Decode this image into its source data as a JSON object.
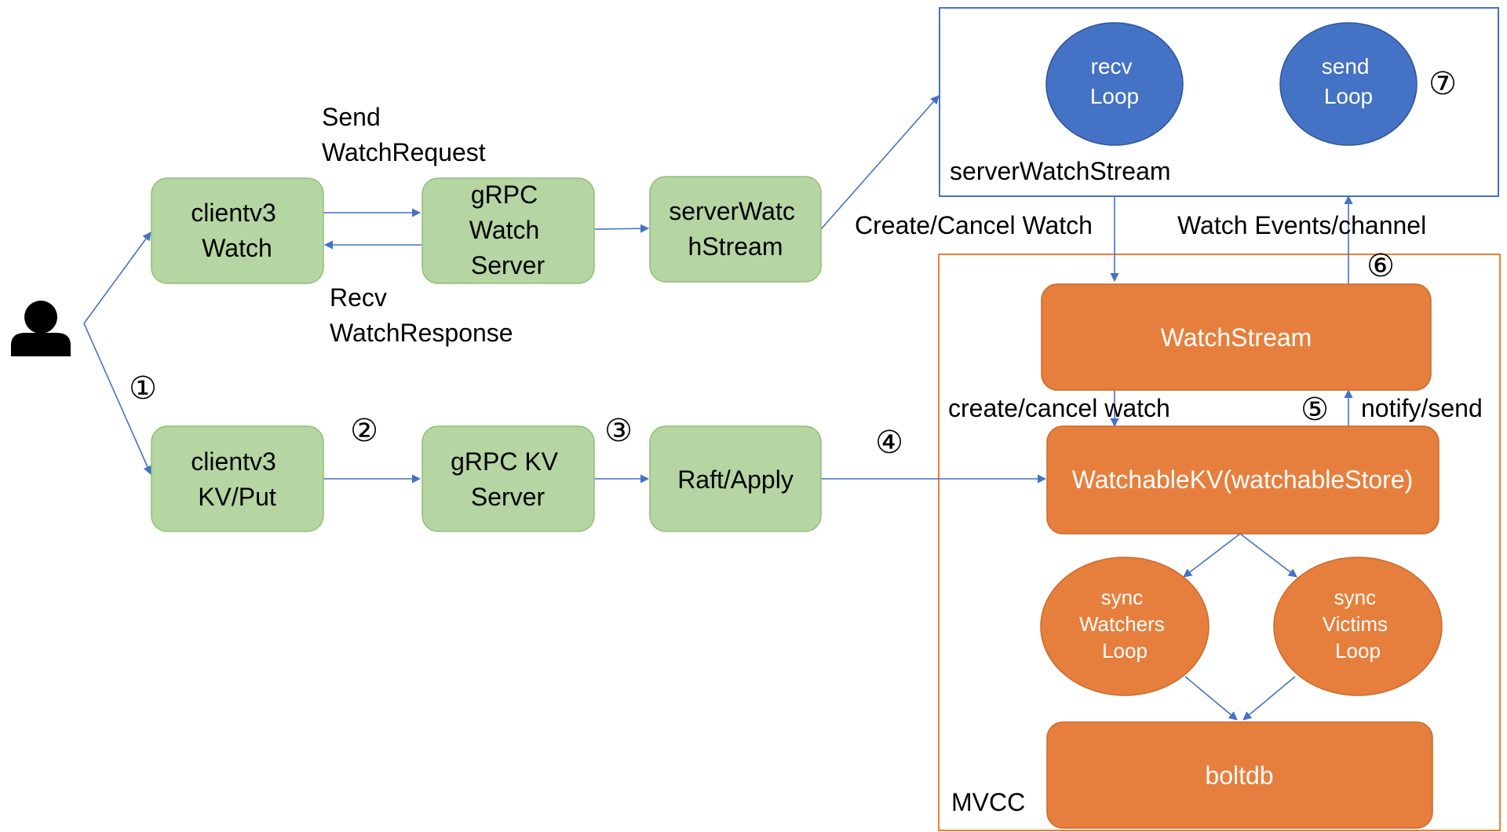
{
  "colors": {
    "green_fill": "#b5d5a2",
    "green_stroke": "#8fbf77",
    "orange_fill": "#e67f3d",
    "orange_stroke": "#c96a2b",
    "blue_fill": "#4472c4",
    "blue_stroke": "#2f5597",
    "frame_blue": "#4472c4",
    "frame_orange": "#ed7d31",
    "arrow": "#4472c4"
  },
  "nodes": {
    "clientv3_watch": [
      "clientv3",
      "Watch"
    ],
    "grpc_watch_server": [
      "gRPC",
      "Watch",
      "Server"
    ],
    "server_watch_stream_box": [
      "serverWatc",
      "hStream"
    ],
    "clientv3_kv_put": [
      "clientv3",
      "KV/Put"
    ],
    "grpc_kv_server": [
      "gRPC KV",
      "Server"
    ],
    "raft_apply": [
      "Raft/Apply"
    ],
    "watch_stream": [
      "WatchStream"
    ],
    "watchable_kv": [
      "WatchableKV(watchableStore)"
    ],
    "sync_watchers_loop": [
      "sync",
      "Watchers",
      "Loop"
    ],
    "sync_victims_loop": [
      "sync",
      "Victims",
      "Loop"
    ],
    "boltdb": [
      "boltdb"
    ],
    "recv_loop": [
      "recv",
      "Loop"
    ],
    "send_loop": [
      "send",
      "Loop"
    ]
  },
  "labels": {
    "send_watch_request": [
      "Send",
      "WatchRequest"
    ],
    "recv_watch_response": [
      "Recv",
      "WatchResponse"
    ],
    "server_watch_stream_frame": "serverWatchStream",
    "create_cancel_watch_upper": "Create/Cancel Watch",
    "watch_events_channel": "Watch Events/channel",
    "create_cancel_watch_lower": "create/cancel watch",
    "notify_send": "notify/send",
    "mvcc": "MVCC"
  },
  "steps": {
    "step_1": "①",
    "step_2": "②",
    "step_3": "③",
    "step_4": "④",
    "step_5": "⑤",
    "step_6": "⑥",
    "step_7": "⑦"
  },
  "icons": {
    "user": "user-icon"
  }
}
